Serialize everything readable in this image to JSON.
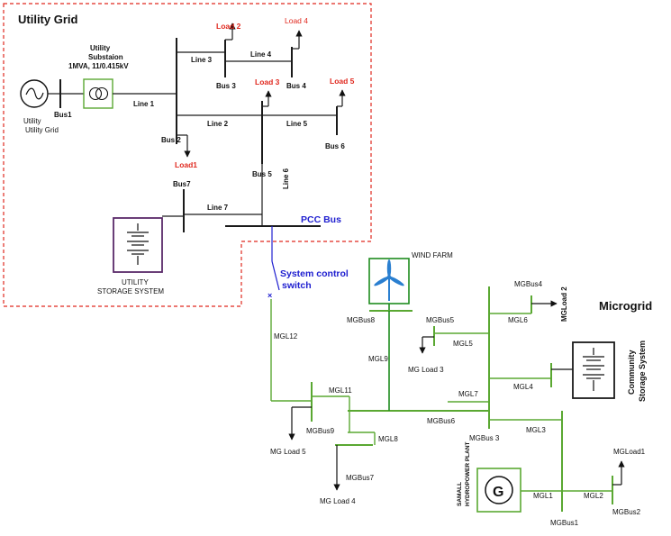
{
  "titles": {
    "utility": "Utility Grid",
    "microgrid": "Microgrid"
  },
  "utility": {
    "source": "Utility Grid",
    "substation_l1": "Utility",
    "substation_l2": "Substaion",
    "substation_l3": "1MVA, 11/0.415kV",
    "bus1": "Bus1",
    "bus2": "Bus 2",
    "bus3": "Bus 3",
    "bus4": "Bus 4",
    "bus5": "Bus 5",
    "bus6": "Bus 6",
    "bus7": "Bus7",
    "line1": "Line 1",
    "line2": "Line 2",
    "line3": "Line 3",
    "line4": "Line 4",
    "line5": "Line 5",
    "line6": "Line 6",
    "line7": "Line 7",
    "load1": "Load1",
    "load2": "Load 2",
    "load3": "Load 3",
    "load4": "Load 4",
    "load5": "Load 5",
    "storage_l1": "UTILITY",
    "storage_l2": "STORAGE SYSTEM",
    "pcc": "PCC Bus",
    "switch_l1": "System control",
    "switch_l2": "switch"
  },
  "microgrid": {
    "wind": "WIND FARM",
    "mgbus1": "MGBus1",
    "mgbus2": "MGBus2",
    "mgbus3": "MGBus 3",
    "mgbus4": "MGBus4",
    "mgbus5": "MGBus5",
    "mgbus6": "MGBus6",
    "mgbus7": "MGBus7",
    "mgbus8": "MGBus8",
    "mgbus9": "MGBus9",
    "mgl1": "MGL1",
    "mgl2": "MGL2",
    "mgl3": "MGL3",
    "mgl4": "MGL4",
    "mgl5": "MGL5",
    "mgl6": "MGL6",
    "mgl7": "MGL7",
    "mgl8": "MGL8",
    "mgl9": "MGL9",
    "mgl11": "MGL11",
    "mgl12": "MGL12",
    "mgload1": "MGLoad1",
    "mgload2": "MGLoad 2",
    "mgload3": "MG Load 3",
    "mgload4": "MG Load 4",
    "mgload5": "MG Load 5",
    "community_l1": "Community",
    "community_l2": "Storage System",
    "hydro_l1": "SAMALL",
    "hydro_l2": "HYDROPOWER PLANT",
    "gen_symbol": "G"
  },
  "colors": {
    "utility_border": "#e0281e",
    "load_text": "#e0281e",
    "microgrid_line": "#5aa832",
    "wind_line": "#1e8c1e",
    "switch_line": "#2020d0",
    "storage_border": "#5a2a6a"
  }
}
